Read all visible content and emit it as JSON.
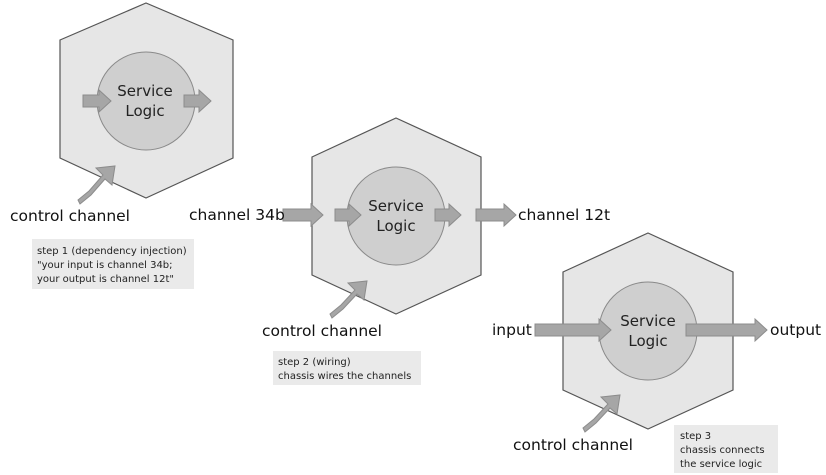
{
  "services": [
    {
      "core_lines": [
        "Service",
        "Logic"
      ],
      "control_label": "control channel"
    },
    {
      "core_lines": [
        "Service",
        "Logic"
      ],
      "input_label": "channel 34b",
      "output_label": "channel 12t",
      "control_label": "control channel"
    },
    {
      "core_lines": [
        "Service",
        "Logic"
      ],
      "input_label": "input",
      "output_label": "output",
      "control_label": "control channel"
    }
  ],
  "notes": [
    {
      "lines": [
        "step 1 (dependency injection)",
        "\"your input is channel 34b;",
        "your output is channel 12t\""
      ]
    },
    {
      "lines": [
        "step 2 (wiring)",
        "chassis wires the channels"
      ]
    },
    {
      "lines": [
        "step 3",
        "chassis connects",
        "the service logic"
      ]
    }
  ],
  "colors": {
    "hexagon_fill": "#e6e6e6",
    "hexagon_stroke": "#555555",
    "core_fill": "#cfcfcf",
    "arrow_fill": "#a6a6a6",
    "note_fill": "#eaeaea"
  }
}
